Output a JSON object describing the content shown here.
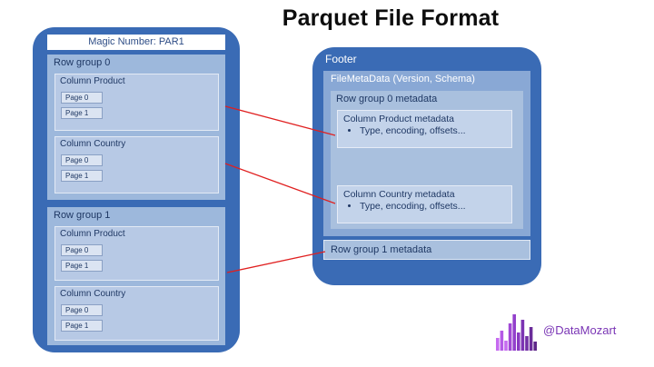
{
  "title": "Parquet File Format",
  "colors": {
    "container_blue": "#3a6bb5",
    "row_group_bg": "#9db8dc",
    "column_bg": "#b7c9e5",
    "page_bg": "#dbe4f2",
    "metadata_section_bg": "#89a8d5",
    "metadata_box_bg": "#c3d3ea",
    "dark_navy_text": "#1f3864",
    "connector_red": "#e02020",
    "brand_purple": "#7a35b5"
  },
  "file": {
    "magic_number": "Magic Number: PAR1",
    "row_groups": [
      {
        "label": "Row group 0",
        "columns": [
          {
            "label": "Column Product",
            "pages": [
              "Page 0",
              "Page 1"
            ]
          },
          {
            "label": "Column Country",
            "pages": [
              "Page 0",
              "Page 1"
            ]
          }
        ]
      },
      {
        "label": "Row group 1",
        "columns": [
          {
            "label": "Column Product",
            "pages": [
              "Page 0",
              "Page 1"
            ]
          },
          {
            "label": "Column Country",
            "pages": [
              "Page 0",
              "Page 1"
            ]
          }
        ]
      }
    ]
  },
  "footer": {
    "label": "Footer",
    "file_metadata": {
      "header": "FileMetaData (Version, Schema)",
      "row_group_0": {
        "label": "Row group 0 metadata",
        "columns": [
          {
            "label": "Column Product metadata",
            "detail": "Type, encoding, offsets..."
          },
          {
            "label": "Column Country metadata",
            "detail": "Type, encoding, offsets..."
          }
        ]
      }
    },
    "row_group_1_label": "Row group 1 metadata"
  },
  "brand": {
    "handle": "@DataMozart",
    "logo_icon": "bar-chart-logo"
  }
}
